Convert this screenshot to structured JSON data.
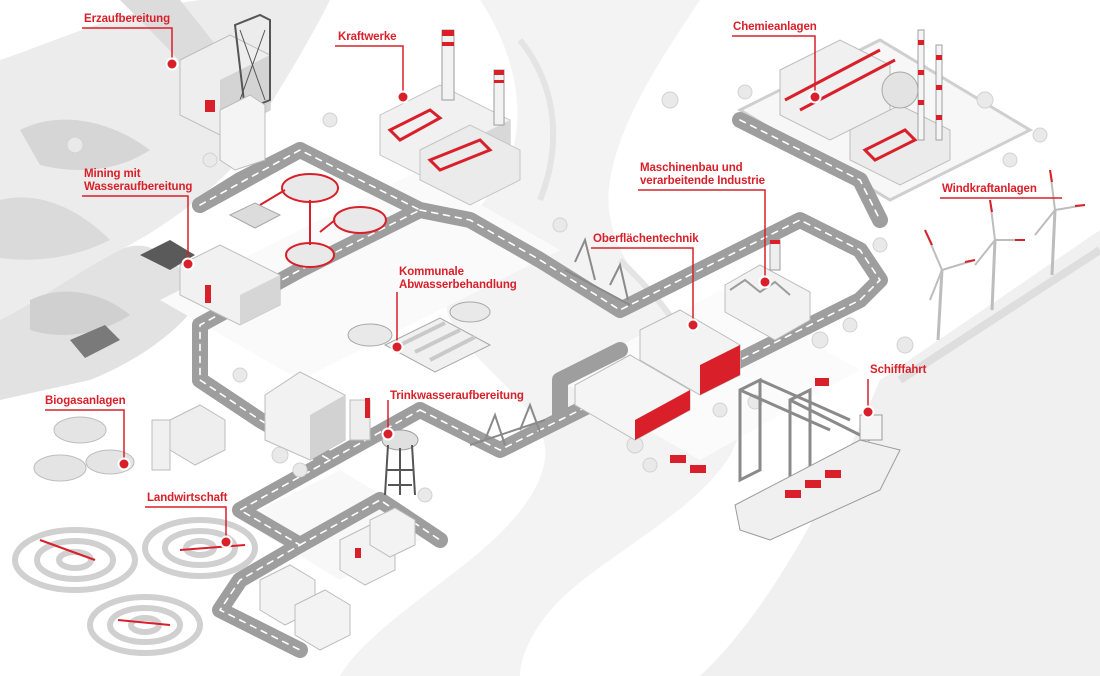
{
  "colors": {
    "accent": "#d9202a",
    "road": "#9e9e9e",
    "road_line": "#ffffff",
    "building_light": "#f4f4f4",
    "building_mid": "#dcdcdc",
    "building_dark": "#b9b9b9",
    "water": "#f2f2f2",
    "terrain": "#e6e6e6"
  },
  "labels": {
    "erzaufbereitung": "Erzaufbereitung",
    "kraftwerke": "Kraftwerke",
    "chemieanlagen": "Chemieanlagen",
    "mining_line1": "Mining mit",
    "mining_line2": "Wasseraufbereitung",
    "maschinenbau_line1": "Maschinenbau und",
    "maschinenbau_line2": "verarbeitende Industrie",
    "windkraftanlagen": "Windkraftanlagen",
    "oberflaechentechnik": "Oberflächentechnik",
    "kommunale_line1": "Kommunale",
    "kommunale_line2": "Abwasserbehandlung",
    "biogasanlagen": "Biogasanlagen",
    "trinkwasser": "Trinkwasseraufbereitung",
    "schifffahrt": "Schifffahrt",
    "landwirtschaft": "Landwirtschaft"
  }
}
